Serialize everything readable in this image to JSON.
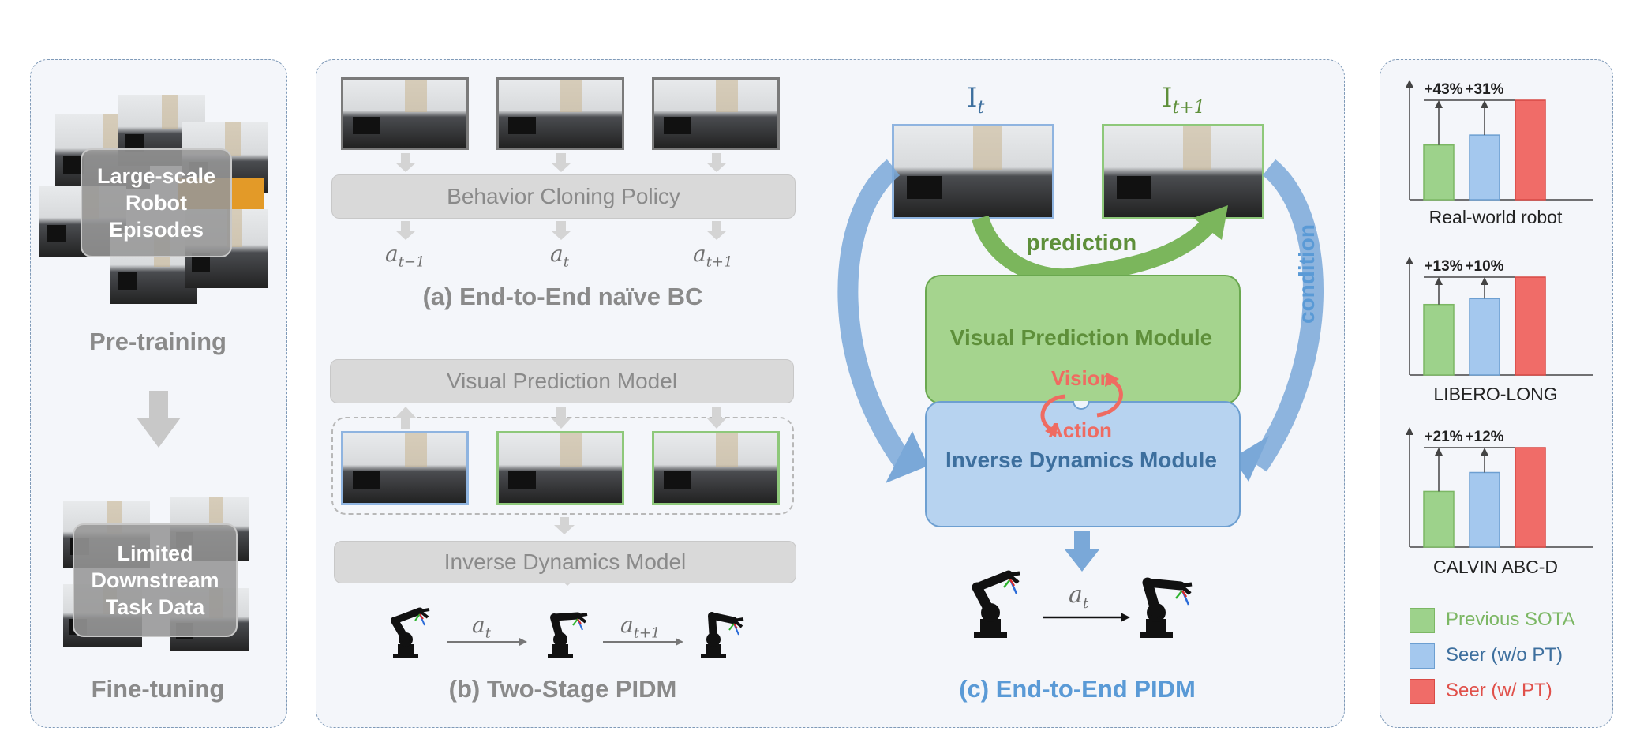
{
  "colors": {
    "green": "#9dd28b",
    "blue": "#a4c8ee",
    "red": "#f06c68",
    "module_green": "#5e8f3a",
    "module_blue": "#3d6f9e",
    "title_blue": "#5a9ad6",
    "vision_red": "#ef6b61"
  },
  "left_panel": {
    "pretrain_box": "Large-scale Robot Episodes",
    "pretrain_label": "Pre-training",
    "finetune_box": "Limited Downstream Task Data",
    "finetune_label": "Fine-tuning"
  },
  "panel_a": {
    "policy_label": "Behavior Cloning Policy",
    "actions": [
      {
        "base": "a",
        "sub": "t−1"
      },
      {
        "base": "a",
        "sub": "t"
      },
      {
        "base": "a",
        "sub": "t+1"
      }
    ],
    "caption": "(a) End-to-End naïve BC"
  },
  "panel_b": {
    "vpm_label": "Visual Prediction Model",
    "idm_label": "Inverse Dynamics Model",
    "actions": [
      {
        "base": "a",
        "sub": "t"
      },
      {
        "base": "a",
        "sub": "t+1"
      }
    ],
    "caption": "(b) Two-Stage PIDM"
  },
  "panel_c": {
    "frame_left": {
      "base": "I",
      "sub": "t"
    },
    "frame_right": {
      "base": "I",
      "sub": "t+1"
    },
    "prediction": "prediction",
    "condition": "condition",
    "vpm_module": "Visual Prediction Module",
    "idm_module": "Inverse Dynamics Module",
    "vision": "Vision",
    "action": "Action",
    "action_label": {
      "base": "a",
      "sub": "t"
    },
    "caption": "(c) End-to-End PIDM"
  },
  "chart_data": [
    {
      "type": "bar",
      "title": "Real-world robot",
      "categories": [
        "Previous SOTA",
        "Seer (w/o PT)",
        "Seer (w/ PT)"
      ],
      "values": [
        55,
        65,
        100
      ],
      "annotations": [
        "+43%",
        "+31%"
      ]
    },
    {
      "type": "bar",
      "title": "LIBERO-LONG",
      "categories": [
        "Previous SOTA",
        "Seer (w/o PT)",
        "Seer (w/ PT)"
      ],
      "values": [
        72,
        78,
        100
      ],
      "annotations": [
        "+13%",
        "+10%"
      ]
    },
    {
      "type": "bar",
      "title": "CALVIN ABC-D",
      "categories": [
        "Previous SOTA",
        "Seer (w/o PT)",
        "Seer (w/ PT)"
      ],
      "values": [
        56,
        75,
        100
      ],
      "annotations": [
        "+21%",
        "+12%"
      ]
    }
  ],
  "legend": [
    {
      "label": "Previous SOTA",
      "color": "#9dd28b",
      "text_color": "#7cb764"
    },
    {
      "label": "Seer (w/o PT)",
      "color": "#a4c8ee",
      "text_color": "#3d6f9e"
    },
    {
      "label": "Seer (w/ PT)",
      "color": "#f06c68",
      "text_color": "#e0504a"
    }
  ]
}
